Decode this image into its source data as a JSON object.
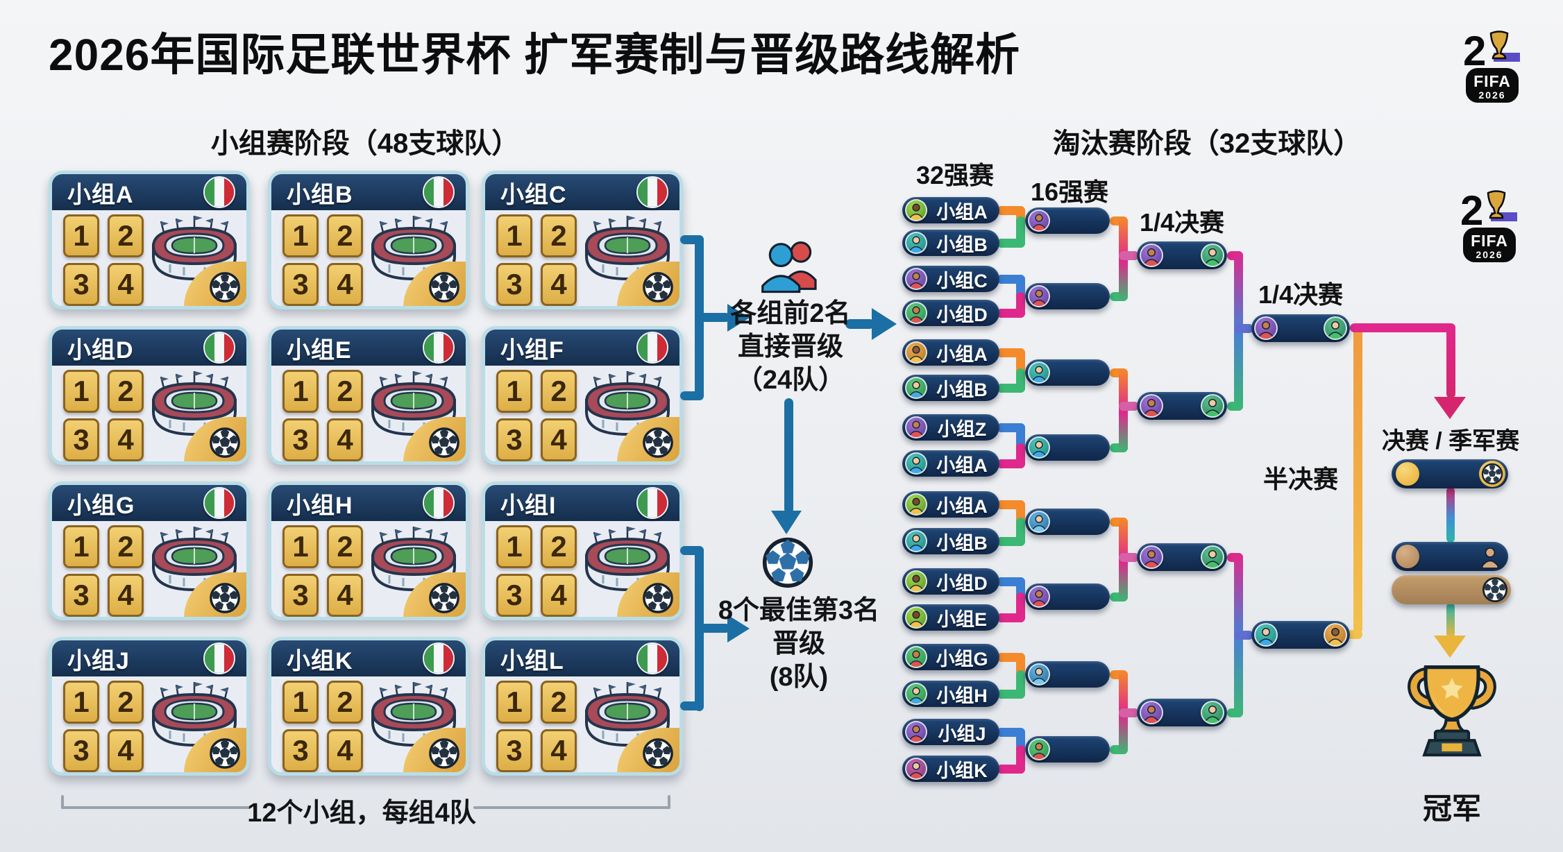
{
  "title": "2026年国际足联世界杯 扩军赛制与晋级路线解析",
  "group_stage": {
    "heading": "小组赛阶段（48支球队）",
    "groups": [
      "小组A",
      "小组B",
      "小组C",
      "小组D",
      "小组E",
      "小组F",
      "小组G",
      "小组H",
      "小组I",
      "小组J",
      "小组K",
      "小组L"
    ],
    "tile_numbers": [
      "1",
      "2",
      "3",
      "4"
    ],
    "footer_note": "12个小组，每组4队"
  },
  "advance": {
    "top_lines": [
      "各组前2名",
      "直接晋级",
      "（24队）"
    ],
    "bottom_lines": [
      "8个最佳第3名",
      "晋级",
      "(8队)"
    ]
  },
  "knockout": {
    "heading": "淘汰赛阶段（32支球队）",
    "labels": {
      "r32": "32强赛",
      "r16": "16强赛",
      "qf": "1/4决赛",
      "qf2": "1/4决赛",
      "sf": "半决赛",
      "final": "决赛 / 季军赛",
      "champion": "冠军"
    },
    "r32_entries": [
      "小组A",
      "小组B",
      "小组C",
      "小组D",
      "小组A",
      "小组B",
      "小组Z",
      "小组A",
      "小组A",
      "小组B",
      "小组D",
      "小组E",
      "小组G",
      "小组H",
      "小组J",
      "小组K"
    ]
  },
  "fifa_badge": {
    "fifa": "FIFA",
    "year": "2026"
  },
  "colors": {
    "navy": "#15355e",
    "orange": "#f58a2a",
    "green": "#3bb873",
    "blue": "#3b7fd4",
    "magenta": "#e0288c",
    "magenta_dark": "#d6256e",
    "purple_link": "#5f6fd0",
    "pink_stub": "#d65fa8",
    "teal": "#2ab7a9",
    "gold": "#e9b53c",
    "gold_light": "#f2c14e",
    "orange_feed": "#f09a3e",
    "tan": "#b5905f",
    "arrow_blue": "#1b6fa4",
    "card_border": "#b9dde7",
    "tile_gold": "#eac45e",
    "flag_green": "#3d9b4f",
    "flag_white": "#f4f6f8",
    "flag_red": "#ce2b37",
    "ball_dark": "#233140",
    "ball_blue": "#2e6fa8"
  },
  "avatars": {
    "palettes": {
      "lime": {
        "bg": "#9ed44e",
        "bg2": "#639f2a",
        "skin": "#7a4a28",
        "shirt": "#f2c14e"
      },
      "teal": {
        "bg": "#49c0b8",
        "bg2": "#26918b",
        "skin": "#f0c9a0",
        "shirt": "#3fa9e8"
      },
      "purple": {
        "bg": "#9a6fd0",
        "bg2": "#6a45a4",
        "skin": "#c87f4a",
        "shirt": "#e05353"
      },
      "green": {
        "bg": "#5cc47a",
        "bg2": "#2f9b53",
        "skin": "#f0c9a0",
        "shirt": "#4aa8e0"
      },
      "greenred": {
        "bg": "#5cc47a",
        "bg2": "#2f9b53",
        "skin": "#c87f4a",
        "shirt": "#e05353"
      },
      "amber": {
        "bg": "#e8a84e",
        "bg2": "#bb7d2a",
        "skin": "#8d5a3b",
        "shirt": "#f2c14e"
      },
      "magenta": {
        "bg": "#c060b0",
        "bg2": "#8f3f82",
        "skin": "#f0c9a0",
        "shirt": "#e05353"
      },
      "skyblue": {
        "bg": "#5aaede",
        "bg2": "#3678a8",
        "skin": "#f0c9a0",
        "shirt": "#7ac8ee"
      },
      "mint": {
        "bg": "#58b98a",
        "bg2": "#2f8f62",
        "skin": "#f0c9a0",
        "shirt": "#45c06a"
      }
    },
    "r32": [
      "lime",
      "teal",
      "purple",
      "greenred",
      "amber",
      "green",
      "purple",
      "teal",
      "lime",
      "teal",
      "lime",
      "lime",
      "greenred",
      "green",
      "purple",
      "magenta"
    ],
    "r16": [
      "purple",
      "purple",
      "teal",
      "teal",
      "skyblue",
      "purple",
      "skyblue",
      "greenred"
    ],
    "qf": [
      [
        "purple",
        "mint"
      ],
      [
        "purple",
        "mint"
      ],
      [
        "purple",
        "mint"
      ],
      [
        "purple",
        "mint"
      ]
    ],
    "sf": [
      [
        "purple",
        "mint"
      ],
      [
        "teal",
        "amber"
      ]
    ]
  }
}
